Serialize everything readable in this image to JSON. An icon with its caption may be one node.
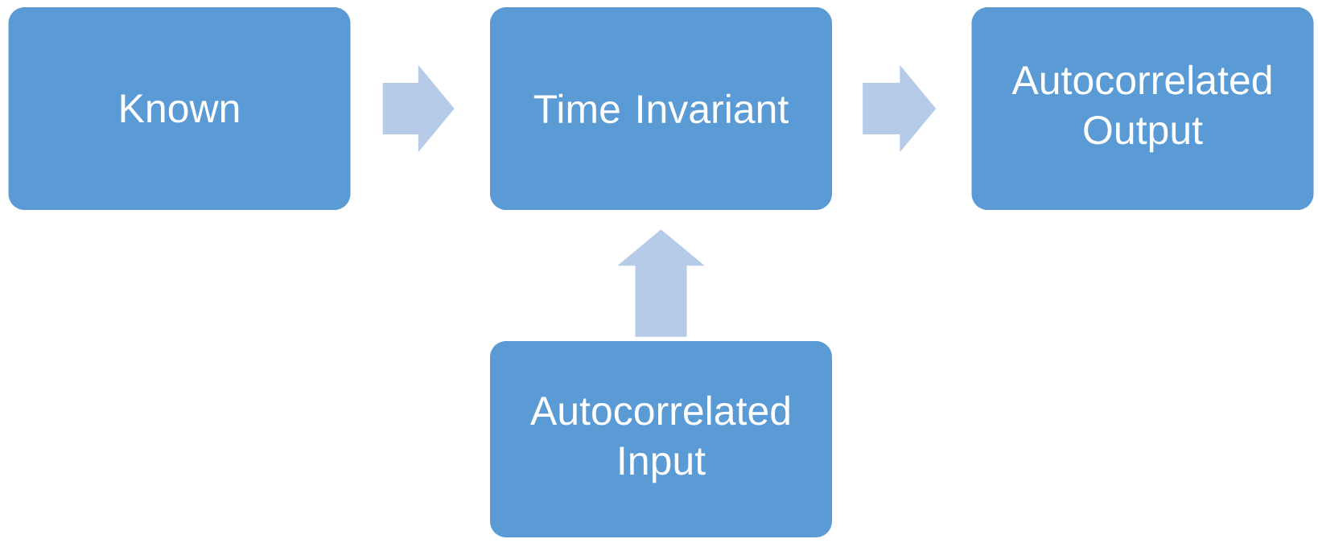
{
  "diagram": {
    "nodes": [
      {
        "text": [
          "Known"
        ]
      },
      {
        "text": [
          "Time Invariant"
        ]
      },
      {
        "text": [
          "Autocorrelated Output"
        ]
      },
      {
        "text": [
          "Autocorrelated Input"
        ]
      }
    ],
    "edges": [
      {
        "from": 0,
        "to": 1,
        "arrow": "to"
      },
      {
        "from": 1,
        "to": 2,
        "arrow": "to"
      },
      {
        "from": 3,
        "to": 1,
        "arrow": "to"
      }
    ]
  }
}
